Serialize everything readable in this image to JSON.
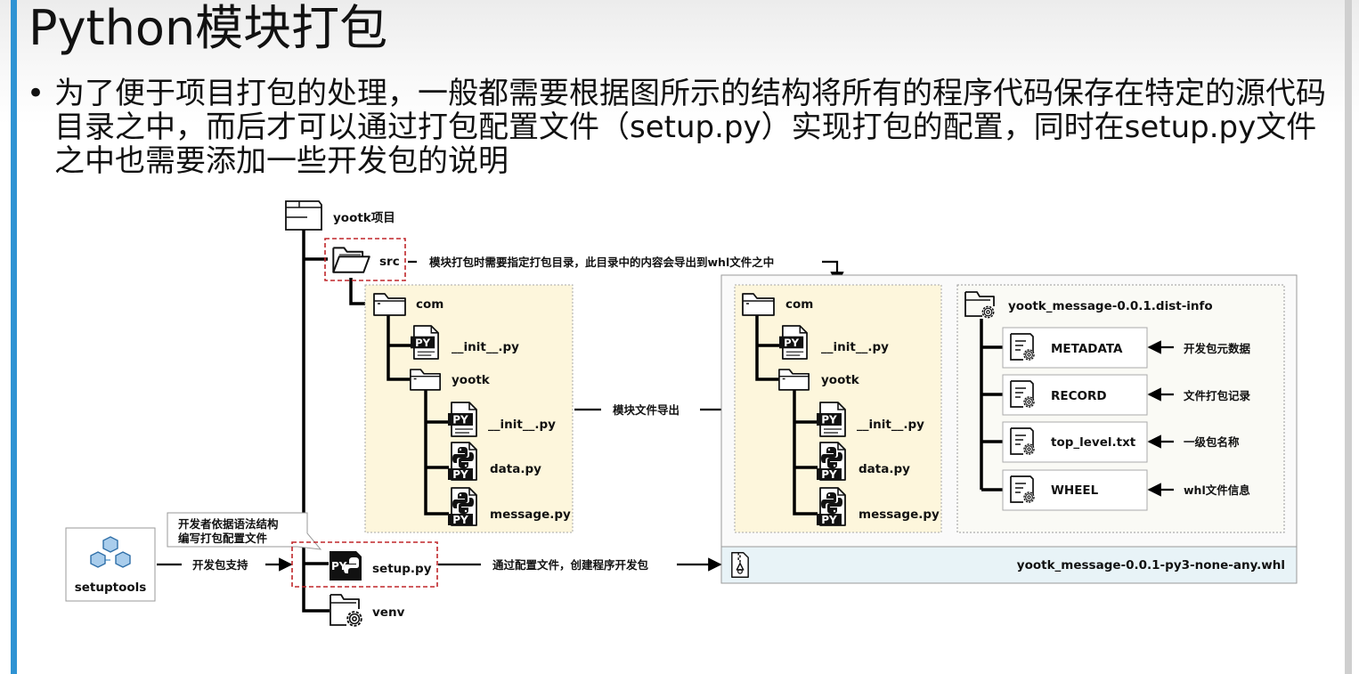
{
  "slide": {
    "title": "Python模块打包",
    "bullet": "为了便于项目打包的处理，一般都需要根据图所示的结构将所有的程序代码保存在特定的源代码目录之中，而后才可以通过打包配置文件（setup.py）实现打包的配置，同时在setup.py文件之中也需要添加一些开发包的说明",
    "accent_color": "#2f93d3"
  },
  "diagram": {
    "project_label": "yootk项目",
    "src_label": "src",
    "src_note": "模块打包时需要指定打包目录，此目录中的内容会导出到whl文件之中",
    "left_tree": {
      "com": "com",
      "init1": "__init__.py",
      "yootk": "yootk",
      "init2": "__init__.py",
      "data": "data.py",
      "message": "message.py"
    },
    "export_label": "模块文件导出",
    "right_tree": {
      "com": "com",
      "init1": "__init__.py",
      "yootk": "yootk",
      "init2": "__init__.py",
      "data": "data.py",
      "message": "message.py"
    },
    "dist_info": {
      "folder": "yootk_message-0.0.1.dist-info",
      "files": [
        {
          "name": "METADATA",
          "note": "开发包元数据"
        },
        {
          "name": "RECORD",
          "note": "文件打包记录"
        },
        {
          "name": "top_level.txt",
          "note": "一级包名称"
        },
        {
          "name": "WHEEL",
          "note": "whl文件信息"
        }
      ]
    },
    "whl_file": "yootk_message-0.0.1-py3-none-any.whl",
    "setuptools_label": "setuptools",
    "support_label": "开发包支持",
    "callout": [
      "开发者依据语法结构",
      "编写打包配置文件"
    ],
    "setup_label": "setup.py",
    "build_label": "通过配置文件，创建程序开发包",
    "venv_label": "venv",
    "py_badge": "PY",
    "colors": {
      "highlight": "#c0262a",
      "module_box": "#fdf6dc",
      "whl_bar": "#e8f3f7",
      "setuptools_icon": "#4a90c8"
    },
    "icons": [
      "folder-icon",
      "folder-open-icon",
      "py-file-icon",
      "python-file-icon",
      "settings-file-icon",
      "archive-file-icon",
      "folder-gear-icon",
      "setuptools-icon"
    ]
  }
}
